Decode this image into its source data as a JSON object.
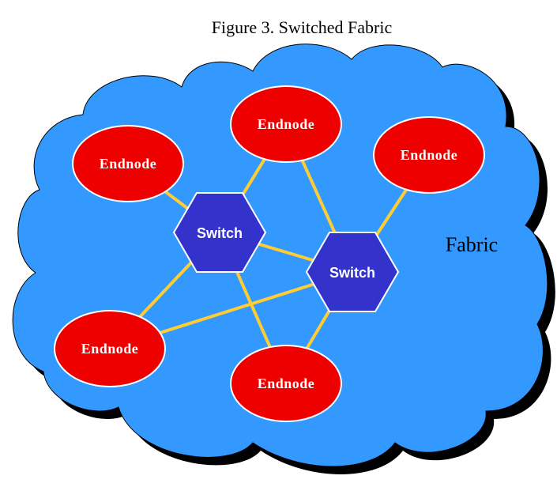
{
  "title": "Figure 3. Switched Fabric",
  "fabric_label": "Fabric",
  "endnodes": [
    {
      "id": "e1",
      "label": "Endnode"
    },
    {
      "id": "e2",
      "label": "Endnode"
    },
    {
      "id": "e3",
      "label": "Endnode"
    },
    {
      "id": "e4",
      "label": "Endnode"
    },
    {
      "id": "e5",
      "label": "Endnode"
    }
  ],
  "switches": [
    {
      "id": "s1",
      "label": "Switch"
    },
    {
      "id": "s2",
      "label": "Switch"
    }
  ],
  "links": [
    [
      "e1",
      "s1"
    ],
    [
      "e2",
      "s1"
    ],
    [
      "e2",
      "s2"
    ],
    [
      "e3",
      "s2"
    ],
    [
      "s1",
      "s2"
    ],
    [
      "e4",
      "s1"
    ],
    [
      "e4",
      "s2"
    ],
    [
      "e5",
      "s1"
    ],
    [
      "e5",
      "s2"
    ]
  ],
  "colors": {
    "cloud_fill": "#3399ff",
    "cloud_shadow": "#000000",
    "endnode_fill": "#ee0000",
    "switch_fill": "#3333cc",
    "link": "#ffcc33"
  }
}
